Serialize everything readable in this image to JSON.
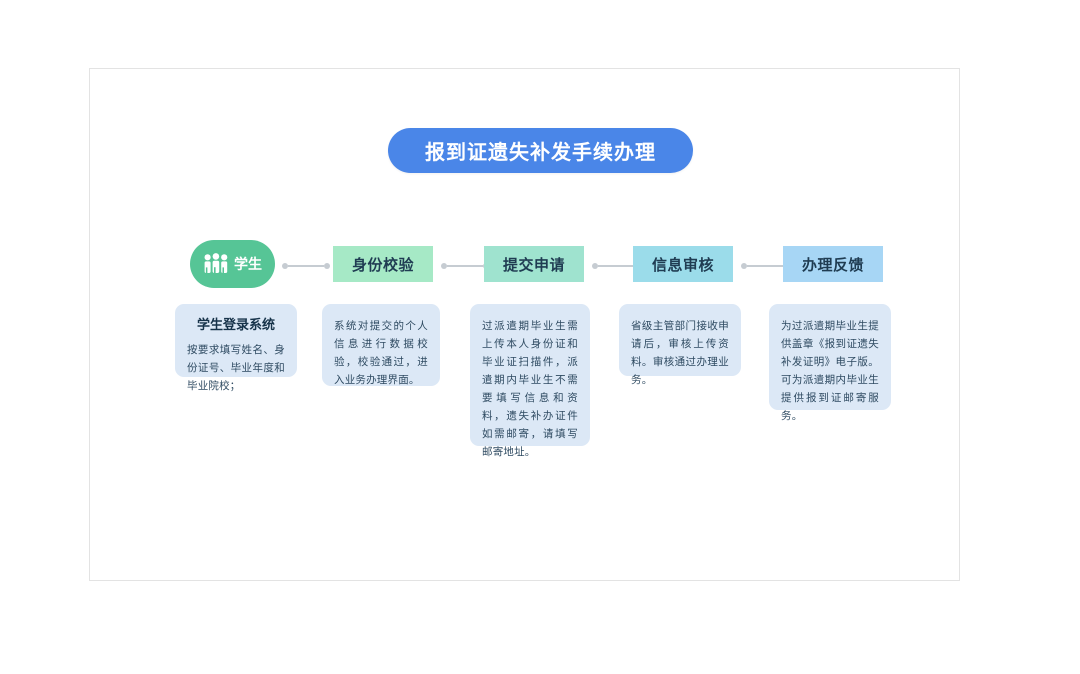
{
  "title": {
    "text": "报到证遗失补发手续办理",
    "pill_color": "#4a86e8",
    "text_color": "#ffffff"
  },
  "actor": {
    "label": "学生",
    "icon": "people-group-icon",
    "color": "#56c596"
  },
  "flow": {
    "connector_color": "#c6ccd2",
    "steps": [
      {
        "label": "身份校验",
        "color": "#a6e9c6"
      },
      {
        "label": "提交申请",
        "color": "#9fe3cf"
      },
      {
        "label": "信息审核",
        "color": "#9bdcea"
      },
      {
        "label": "办理反馈",
        "color": "#a7d6f5"
      }
    ]
  },
  "cards": [
    {
      "title": "学生登录系统",
      "body": "按要求填写姓名、身份证号、毕业年度和毕业院校；"
    },
    {
      "title": "",
      "body": "系统对提交的个人信息进行数据校验，校验通过，进入业务办理界面。"
    },
    {
      "title": "",
      "body": "过派遣期毕业生需上传本人身份证和毕业证扫描件，派遣期内毕业生不需要填写信息和资料，遗失补办证件如需邮寄，请填写邮寄地址。"
    },
    {
      "title": "",
      "body": "省级主管部门接收申请后，审核上传资料。审核通过办理业务。"
    },
    {
      "title": "",
      "body": "为过派遣期毕业生提供盖章《报到证遗失补发证明》电子版。可为派遣期内毕业生提供报到证邮寄服务。"
    }
  ]
}
